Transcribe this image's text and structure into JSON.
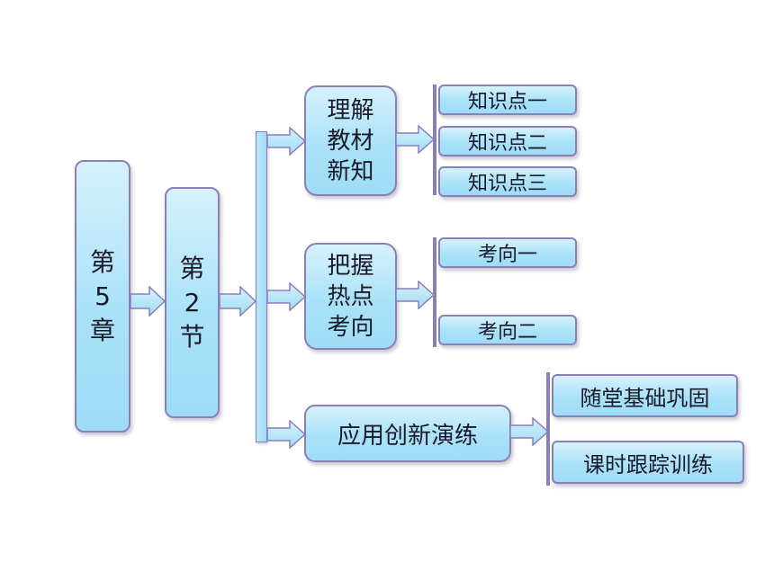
{
  "chapter": {
    "label": "第\n5\n章"
  },
  "section": {
    "label": "第\n2\n节"
  },
  "branches": [
    {
      "label": "理解\n教材\n新知",
      "items": [
        "知识点一",
        "知识点二",
        "知识点三"
      ]
    },
    {
      "label": "把握\n热点\n考向",
      "items": [
        "考向一",
        "考向二"
      ]
    },
    {
      "label": "应用创新演练",
      "items": [
        "随堂基础巩固",
        "课时跟踪训练"
      ]
    }
  ],
  "colors": {
    "box_fill": "#a9e2f8",
    "box_border": "#8a7fb8",
    "text": "#1a1a2a"
  }
}
